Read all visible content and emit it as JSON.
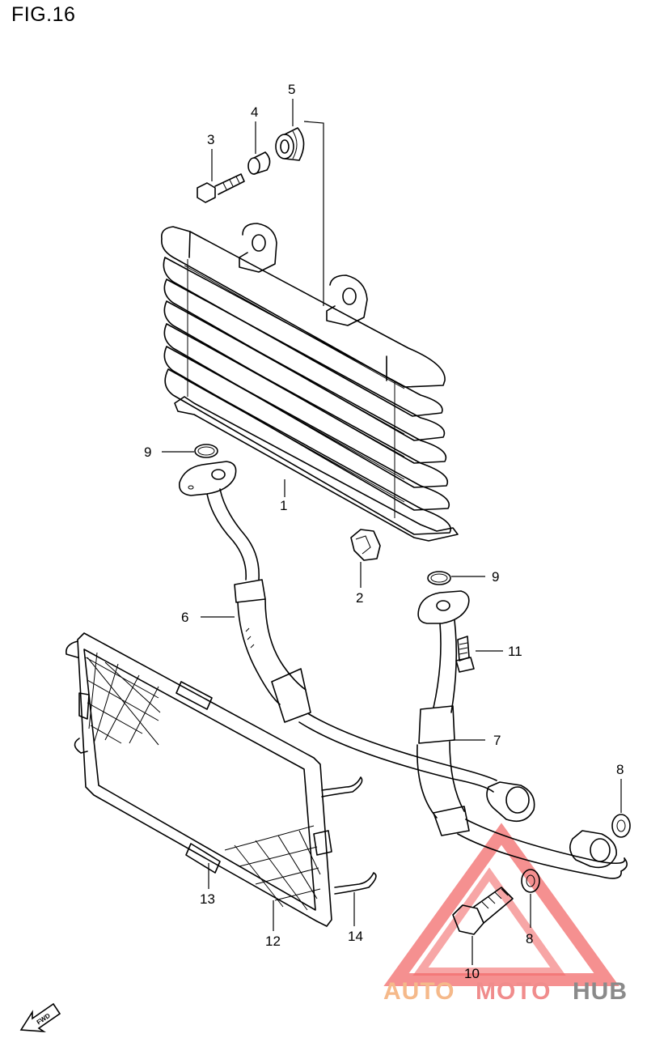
{
  "figure": {
    "title": "FIG.16"
  },
  "callouts": [
    {
      "id": "c1",
      "label": "1"
    },
    {
      "id": "c2",
      "label": "2"
    },
    {
      "id": "c3",
      "label": "3"
    },
    {
      "id": "c4",
      "label": "4"
    },
    {
      "id": "c5",
      "label": "5"
    },
    {
      "id": "c6",
      "label": "6"
    },
    {
      "id": "c7",
      "label": "7"
    },
    {
      "id": "c8a",
      "label": "8"
    },
    {
      "id": "c8b",
      "label": "8"
    },
    {
      "id": "c9a",
      "label": "9"
    },
    {
      "id": "c9b",
      "label": "9"
    },
    {
      "id": "c10",
      "label": "10"
    },
    {
      "id": "c11",
      "label": "11"
    },
    {
      "id": "c12",
      "label": "12"
    },
    {
      "id": "c13",
      "label": "13"
    },
    {
      "id": "c14",
      "label": "14"
    }
  ],
  "fwd_badge": {
    "text": "FWD"
  },
  "watermark": {
    "part1": "AUTO",
    "part2": "MOTO",
    "part3": "HUB",
    "colors": {
      "auto": "#f5b98a",
      "moto": "#f08c8c",
      "hub": "#8a8a8a",
      "triangle": "#f26b6b"
    }
  }
}
